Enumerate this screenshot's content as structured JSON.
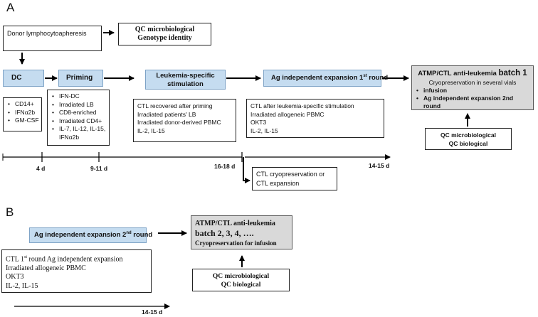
{
  "panel_a": {
    "label": "A",
    "donor": "Donor lymphocytoapheresis",
    "qc_top": {
      "line1": "QC microbiological",
      "line2": "Genotype identity"
    },
    "dc": {
      "title": "DC",
      "items": [
        "CD14+",
        "IFNα2b",
        "GM-CSF"
      ]
    },
    "priming": {
      "title": "Priming",
      "items": [
        "IFN-DC",
        "Irradiated LB",
        "CD8-enriched",
        "Irradiated CD4+",
        "IL-7, IL-12, IL-15, IFNα2b"
      ]
    },
    "stimulation": {
      "title_line1": "Leukemia-specific",
      "title_line2": "stimulation",
      "items": [
        "CTL recovered after priming",
        "Irradiated patients' LB",
        "Irradiated donor-derived PBMC",
        "IL-2, IL-15"
      ]
    },
    "ag_expansion_1": {
      "title_main": "Ag independent expansion 1",
      "title_sup": "st",
      "title_tail": " round",
      "items": [
        "CTL after leukemia-specific stimulation",
        "Irradiated allogeneic PBMC",
        "OKT3",
        "IL-2, IL-15"
      ]
    },
    "atmp": {
      "title_main": "ATMP/CTL anti-leukemia",
      "title_batch": "batch 1",
      "subtitle": "Cryopreservation in several vials",
      "items": [
        "infusion",
        "Ag independent expansion 2nd round"
      ]
    },
    "qc_bottom": {
      "line1": "QC microbiological",
      "line2": "QC biological"
    },
    "cryo": {
      "line1": "CTL cryopreservation or",
      "line2": "CTL expansion"
    },
    "timeline": [
      "4 d",
      "9-11 d",
      "16-18 d",
      "14-15 d"
    ]
  },
  "panel_b": {
    "label": "B",
    "ag_expansion_2": {
      "title_main": "Ag independent expansion 2",
      "title_sup": "nd",
      "title_tail": " round"
    },
    "atmp": {
      "line1": "ATMP/CTL  anti-leukemia",
      "line2": "batch  2, 3, 4, ….",
      "line3": "Cryopreservation for infusion"
    },
    "items": {
      "l1_a": "CTL 1",
      "l1_sup": "st",
      "l1_b": " round Ag independent expansion",
      "l2": "Irradiated allogeneic   PBMC",
      "l3": "OKT3",
      "l4": "IL-2, IL-15"
    },
    "qc": {
      "line1": "QC microbiological",
      "line2": "QC biological"
    },
    "timeline": [
      "14-15 d"
    ]
  }
}
